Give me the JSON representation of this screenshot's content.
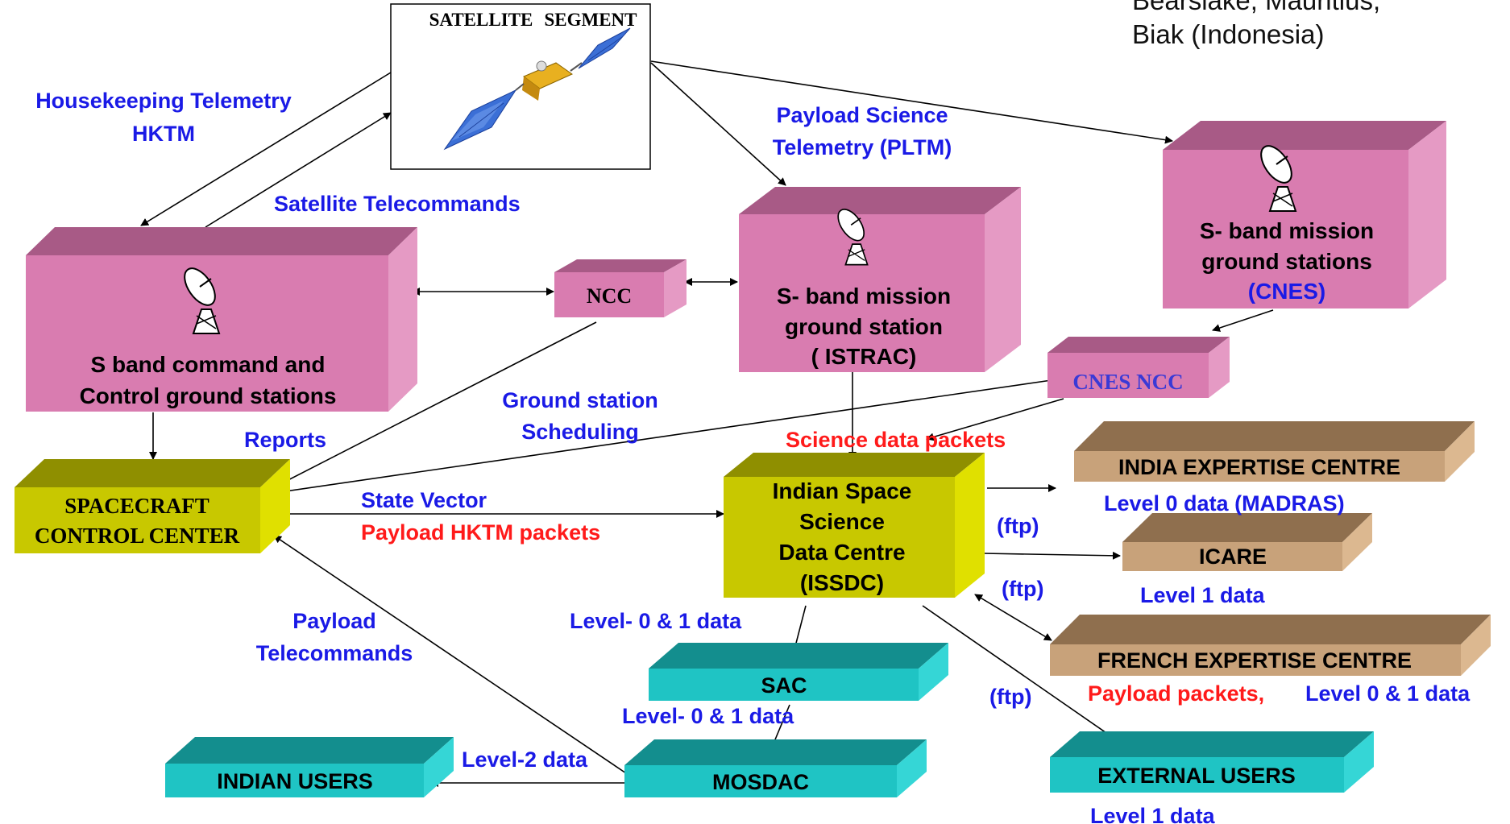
{
  "corner_text": {
    "line1": "Bearslake, Mauritius,",
    "line2": "Biak (Indonesia)"
  },
  "satellite": {
    "title_a": "SATELLITE",
    "title_b": "SEGMENT"
  },
  "boxes": {
    "s_band_cmd": {
      "line1": "S band command and",
      "line2": "Control ground stations"
    },
    "ncc": "NCC",
    "istrac": {
      "line1": "S- band mission",
      "line2": "ground station",
      "line3": "( ISTRAC)"
    },
    "cnes_gs": {
      "line1": "S- band mission",
      "line2": "ground stations",
      "line3": "(CNES)"
    },
    "cnes_ncc": "CNES NCC",
    "scc": {
      "line1": "SPACECRAFT",
      "line2": "CONTROL CENTER"
    },
    "issdc": {
      "line1": "Indian Space",
      "line2": "Science",
      "line3": "Data Centre",
      "line4": "(ISSDC)"
    },
    "india_expertise": "INDIA EXPERTISE CENTRE",
    "icare": "ICARE",
    "french_expertise": "FRENCH EXPERTISE CENTRE",
    "sac": "SAC",
    "mosdac": "MOSDAC",
    "indian_users": "INDIAN  USERS",
    "external_users": "EXTERNAL USERS"
  },
  "labels": {
    "hktm_line1": "Housekeeping Telemetry",
    "hktm_line2": "HKTM",
    "sat_telecommands": "Satellite Telecommands",
    "pltm_line1": "Payload Science",
    "pltm_line2": "Telemetry (PLTM)",
    "gs_sched_line1": "Ground station",
    "gs_sched_line2": "Scheduling",
    "reports": "Reports",
    "science_packets": "Science data packets",
    "state_vector": "State Vector",
    "payload_hktm": "Payload HKTM packets",
    "level0_madras": "Level 0 data  (MADRAS)",
    "ftp_1": "(ftp)",
    "ftp_2": "(ftp)",
    "ftp_3": "(ftp)",
    "level1_icare": "Level  1 data",
    "payload_tc_line1": "Payload",
    "payload_tc_line2": "Telecommands",
    "level01_sac": "Level- 0 & 1  data",
    "level01_mosdac": "Level- 0 & 1  data",
    "level2": "Level-2 data",
    "french_payload_red": "Payload packets,",
    "french_payload_blue": "Level 0 & 1 data",
    "level1_external": "Level 1 data"
  },
  "colors": {
    "pink_front": "#d97cb0",
    "pink_top": "#a85a86",
    "pink_side": "#e59ac4",
    "olive_front": "#c8c800",
    "olive_top": "#8f8f00",
    "olive_side": "#e0e000",
    "teal_front": "#1fc4c4",
    "teal_top": "#138e8e",
    "teal_side": "#35d6d6",
    "tan_front": "#c8a27a",
    "tan_top": "#8f6f4e",
    "tan_side": "#dcb890",
    "label_blue": "#1a1ae6",
    "label_red": "#ff1a1a"
  }
}
